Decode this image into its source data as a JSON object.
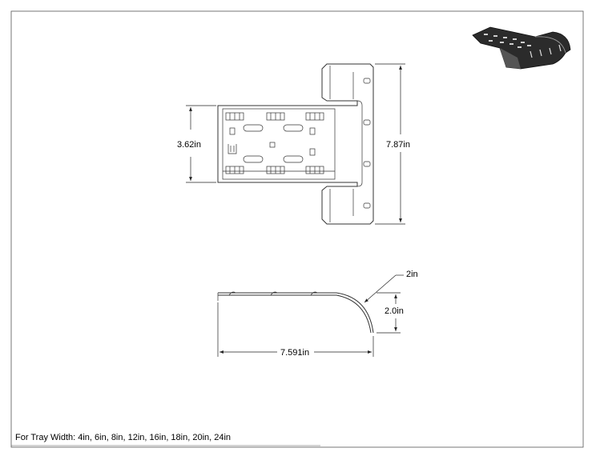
{
  "dimensions": {
    "top_height": "3.62in",
    "overall_length": "7.87in",
    "radius": "2in",
    "side_height": "2.0in",
    "side_length": "7.591in"
  },
  "note": {
    "tray_widths": "For Tray Width: 4in, 6in, 8in, 12in, 16in, 18in, 20in, 24in"
  }
}
